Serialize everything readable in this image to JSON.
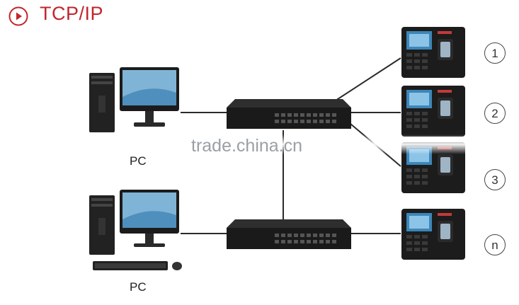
{
  "header": {
    "title": "TCP/IP",
    "icon": "play-circle-icon",
    "accent": "#c0262d"
  },
  "pcs": [
    {
      "label": "PC"
    },
    {
      "label": "PC"
    }
  ],
  "switches": [
    {
      "name": "network-switch-top"
    },
    {
      "name": "network-switch-bottom"
    }
  ],
  "terminals": [
    {
      "marker": "1"
    },
    {
      "marker": "2"
    },
    {
      "marker": "3"
    },
    {
      "marker": "n"
    }
  ],
  "watermark": "trade.china.cn",
  "colors": {
    "wire": "#2a2a2a",
    "device": "#1c1c1c",
    "screen": "#3d86b8"
  }
}
